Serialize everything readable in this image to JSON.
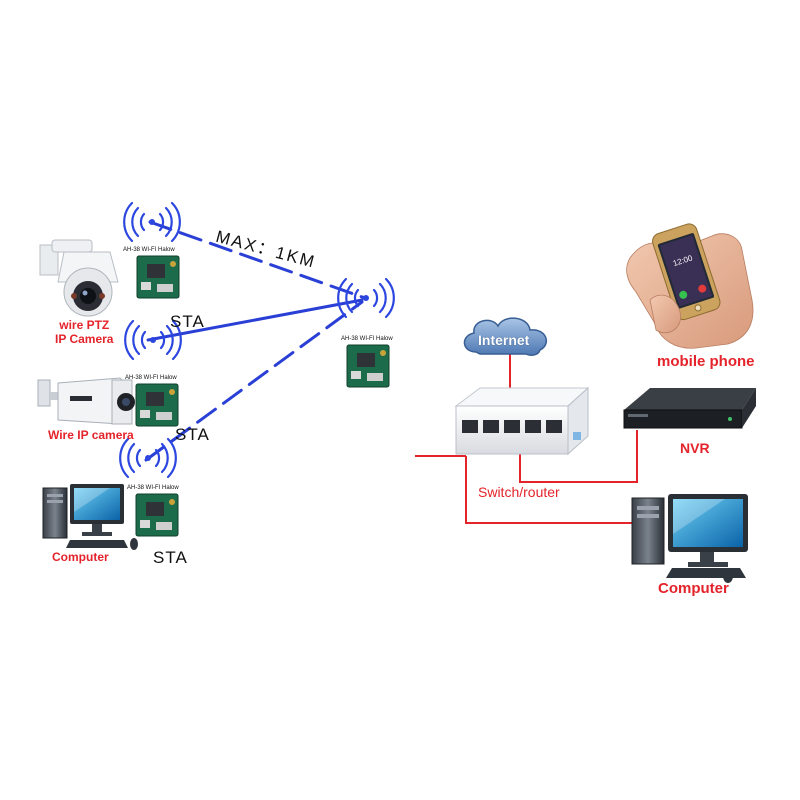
{
  "colors": {
    "wireless_link": "#2a3fd6",
    "wired_link": "#e4232b",
    "label_red": "#e4232b",
    "antenna_blue": "#2c47e0",
    "module_green": "#1c6b4a"
  },
  "wireless_side": {
    "range_label": "MAX：1KM",
    "module_label": "AH-38 WI-FI Halow",
    "ap": {
      "module_label": "AH-38 WI-FI Halow"
    },
    "stations": [
      {
        "device_label_line1": "wire PTZ",
        "device_label_line2": "IP Camera",
        "sta_label": "STA",
        "module_label": "AH-38 WI-FI Halow"
      },
      {
        "device_label_line1": "Wire IP camera",
        "sta_label": "STA",
        "module_label": "AH-38 WI-FI Halow"
      },
      {
        "device_label_line1": "Computer",
        "sta_label": "STA",
        "module_label": "AH-38 WI-FI Halow"
      }
    ]
  },
  "wired_side": {
    "internet_label": "Internet",
    "switch_label": "Switch/router",
    "phone_label": "mobile phone",
    "nvr_label": "NVR",
    "computer_label": "Computer",
    "phone_screen_time": "12:00"
  }
}
